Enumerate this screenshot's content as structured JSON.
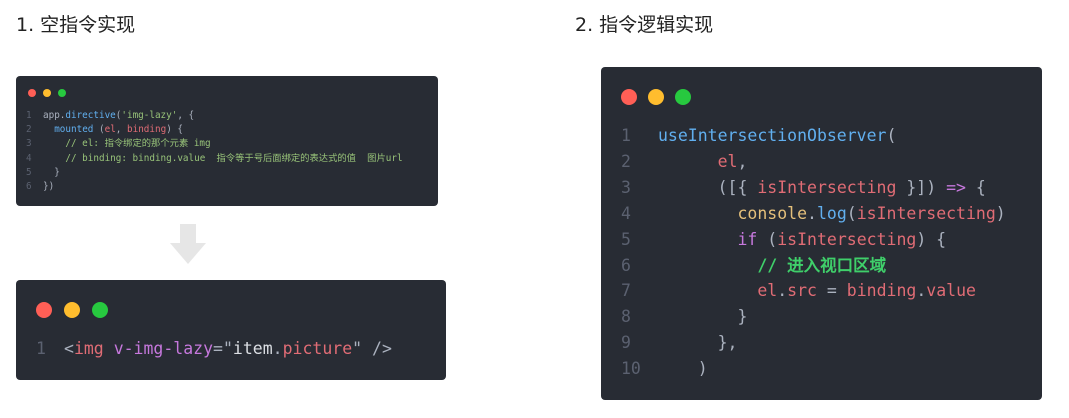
{
  "headings": {
    "left": "1. 空指令实现",
    "right": "2. 指令逻辑实现"
  },
  "colors": {
    "background": "#ffffff",
    "editor_bg": "#282c34",
    "dot_red": "#ff5f56",
    "dot_yellow": "#ffbd2e",
    "dot_green": "#27c93f",
    "arrow": "#e6e6e6"
  },
  "arrow_icon": "down-arrow-icon",
  "panel1": {
    "line_numbers": [
      "1",
      "2",
      "3",
      "4",
      "5",
      "6"
    ],
    "lines": [
      [
        {
          "t": "app.",
          "c": "c-default"
        },
        {
          "t": "directive",
          "c": "c-fn"
        },
        {
          "t": "(",
          "c": "c-default"
        },
        {
          "t": "'img-lazy'",
          "c": "c-str"
        },
        {
          "t": ", {",
          "c": "c-default"
        }
      ],
      [
        {
          "t": "  ",
          "c": "c-default"
        },
        {
          "t": "mounted",
          "c": "c-fn"
        },
        {
          "t": " (",
          "c": "c-default"
        },
        {
          "t": "el",
          "c": "c-var"
        },
        {
          "t": ", ",
          "c": "c-default"
        },
        {
          "t": "binding",
          "c": "c-var"
        },
        {
          "t": ") {",
          "c": "c-default"
        }
      ],
      [
        {
          "t": "    ",
          "c": "c-default"
        },
        {
          "t": "// el: 指令绑定的那个元素 img",
          "c": "c-com"
        }
      ],
      [
        {
          "t": "    ",
          "c": "c-default"
        },
        {
          "t": "// binding: binding.value  指令等于号后面绑定的表达式的值  图片url",
          "c": "c-com"
        }
      ],
      [
        {
          "t": "  }",
          "c": "c-default"
        }
      ],
      [
        {
          "t": "})",
          "c": "c-default"
        }
      ]
    ]
  },
  "panel2": {
    "line_numbers": [
      "1"
    ],
    "lines": [
      [
        {
          "t": "<",
          "c": "c-default"
        },
        {
          "t": "img",
          "c": "c-var"
        },
        {
          "t": " ",
          "c": "c-default"
        },
        {
          "t": "v-img-lazy",
          "c": "c-kw"
        },
        {
          "t": "=\"",
          "c": "c-default"
        },
        {
          "t": "item",
          "c": "c-white"
        },
        {
          "t": ".",
          "c": "c-default"
        },
        {
          "t": "picture",
          "c": "c-var"
        },
        {
          "t": "\" />",
          "c": "c-default"
        }
      ]
    ]
  },
  "panel3": {
    "line_numbers": [
      "1",
      "2",
      "3",
      "4",
      "5",
      "6",
      "7",
      "8",
      "9",
      "10"
    ],
    "lines": [
      [
        {
          "t": "useIntersectionObserver",
          "c": "c-fn"
        },
        {
          "t": "(",
          "c": "c-default"
        }
      ],
      [
        {
          "t": "      ",
          "c": "c-default"
        },
        {
          "t": "el",
          "c": "c-var"
        },
        {
          "t": ",",
          "c": "c-default"
        }
      ],
      [
        {
          "t": "      ([{ ",
          "c": "c-default"
        },
        {
          "t": "isIntersecting",
          "c": "c-var"
        },
        {
          "t": " }]) ",
          "c": "c-default"
        },
        {
          "t": "=>",
          "c": "c-kw"
        },
        {
          "t": " {",
          "c": "c-default"
        }
      ],
      [
        {
          "t": "        ",
          "c": "c-default"
        },
        {
          "t": "console",
          "c": "c-yel"
        },
        {
          "t": ".",
          "c": "c-default"
        },
        {
          "t": "log",
          "c": "c-fn"
        },
        {
          "t": "(",
          "c": "c-default"
        },
        {
          "t": "isIntersecting",
          "c": "c-var"
        },
        {
          "t": ")",
          "c": "c-default"
        }
      ],
      [
        {
          "t": "        ",
          "c": "c-default"
        },
        {
          "t": "if",
          "c": "c-kw"
        },
        {
          "t": " (",
          "c": "c-default"
        },
        {
          "t": "isIntersecting",
          "c": "c-var"
        },
        {
          "t": ") {",
          "c": "c-default"
        }
      ],
      [
        {
          "t": "          ",
          "c": "c-default"
        },
        {
          "t": "// 进入视口区域",
          "c": "c-com-bold"
        }
      ],
      [
        {
          "t": "          ",
          "c": "c-default"
        },
        {
          "t": "el",
          "c": "c-var"
        },
        {
          "t": ".",
          "c": "c-default"
        },
        {
          "t": "src",
          "c": "c-var"
        },
        {
          "t": " = ",
          "c": "c-default"
        },
        {
          "t": "binding",
          "c": "c-var"
        },
        {
          "t": ".",
          "c": "c-default"
        },
        {
          "t": "value",
          "c": "c-var"
        }
      ],
      [
        {
          "t": "        }",
          "c": "c-default"
        }
      ],
      [
        {
          "t": "      },",
          "c": "c-default"
        }
      ],
      [
        {
          "t": "    )",
          "c": "c-default"
        }
      ]
    ]
  }
}
